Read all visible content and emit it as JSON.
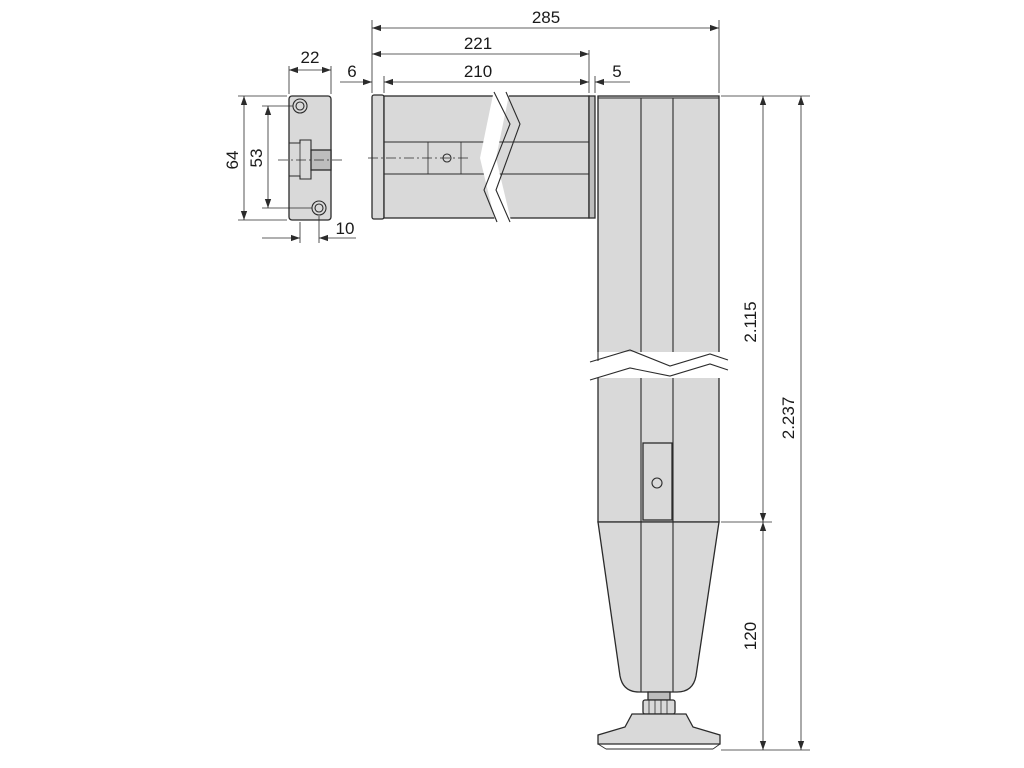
{
  "diagram": {
    "dimensions": {
      "overall_width": "285",
      "arm_length": "221",
      "arm_inner": "210",
      "end_cap": "6",
      "gap": "5",
      "bracket_width": "22",
      "bracket_height_outer": "64",
      "bracket_hole_spacing": "53",
      "bracket_offset": "10",
      "leg_height": "2.115",
      "total_height": "2.237",
      "foot_height": "120"
    }
  }
}
